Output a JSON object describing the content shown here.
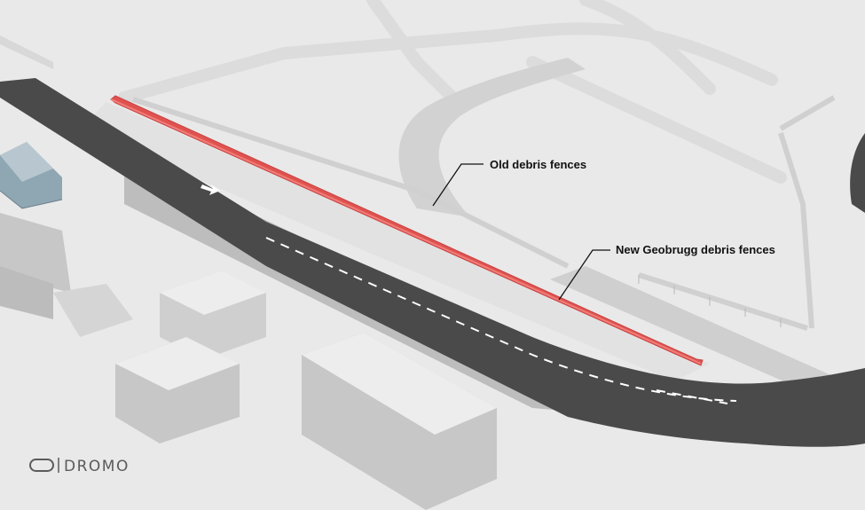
{
  "annotations": {
    "old_fences": "Old debris fences",
    "new_fences": "New Geobrugg debris fences"
  },
  "brand": {
    "name": "DROMO"
  },
  "colors": {
    "background": "#e9e9e9",
    "track": "#4a4a4a",
    "new_fence": "#e0524f",
    "old_fence": "#d6d6d6",
    "building": "#c7c7c7"
  }
}
